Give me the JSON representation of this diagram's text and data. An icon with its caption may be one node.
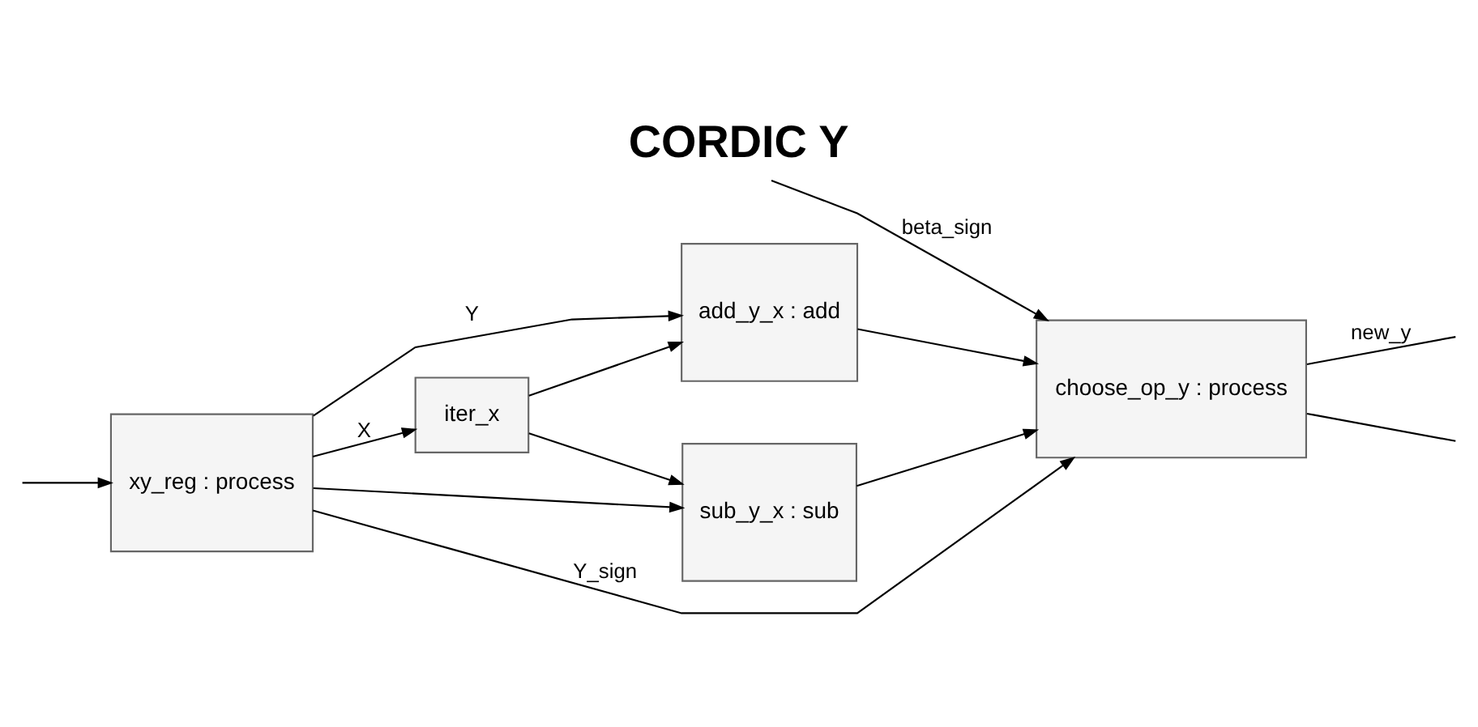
{
  "diagram": {
    "title": "CORDIC Y",
    "nodes": [
      {
        "text": [
          "xy_reg : process"
        ]
      },
      {
        "text": [
          "iter_x"
        ]
      },
      {
        "text": [
          "add_y_x : add"
        ]
      },
      {
        "text": [
          "sub_y_x : sub"
        ]
      },
      {
        "text": [
          "choose_op_y : process"
        ]
      }
    ],
    "edges": [
      {
        "from": null,
        "to": 4,
        "arrow": "to",
        "label": "beta_sign"
      },
      {
        "from": 0,
        "to": 4,
        "arrow": "to",
        "label": "Y_sign"
      },
      {
        "from": 0,
        "to": 2,
        "arrow": "to",
        "label": "Y"
      },
      {
        "from": 0,
        "to": 3,
        "arrow": "to"
      },
      {
        "from": 0,
        "to": 1,
        "arrow": "to",
        "label": "X"
      },
      {
        "from": 1,
        "to": 2,
        "arrow": "to"
      },
      {
        "from": 1,
        "to": 3,
        "arrow": "to"
      },
      {
        "from": 2,
        "to": 4,
        "arrow": "to"
      },
      {
        "from": 3,
        "to": 4,
        "arrow": "to"
      },
      {
        "from": 4,
        "to": null,
        "arrow": "none",
        "label": "new_y"
      },
      {
        "from": 4,
        "to": null,
        "arrow": "none"
      },
      {
        "from": null,
        "to": 0,
        "arrow": "to"
      }
    ]
  }
}
